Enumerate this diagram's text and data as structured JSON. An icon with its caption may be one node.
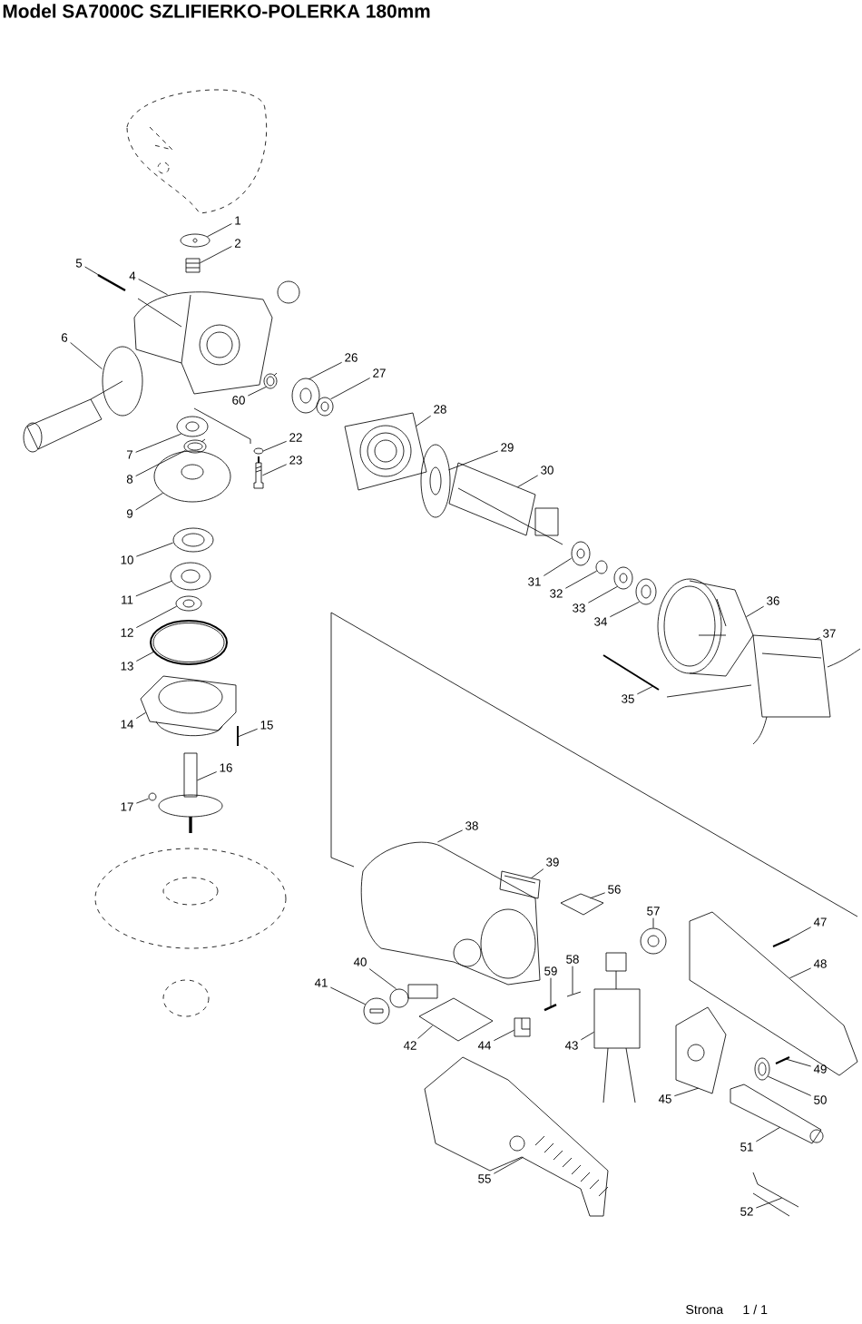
{
  "diagram": {
    "title": "Model SA7000C  SZLIFIERKO-POLERKA 180mm",
    "nodes": [
      {
        "text": [
          "1"
        ]
      },
      {
        "text": [
          "2"
        ]
      },
      {
        "text": [
          "5"
        ]
      },
      {
        "text": [
          "4"
        ]
      },
      {
        "text": [
          "6"
        ]
      },
      {
        "text": [
          "26"
        ]
      },
      {
        "text": [
          "27"
        ]
      },
      {
        "text": [
          "60"
        ]
      },
      {
        "text": [
          "28"
        ]
      },
      {
        "text": [
          "22"
        ]
      },
      {
        "text": [
          "7"
        ]
      },
      {
        "text": [
          "23"
        ]
      },
      {
        "text": [
          "29"
        ]
      },
      {
        "text": [
          "30"
        ]
      },
      {
        "text": [
          "8"
        ]
      },
      {
        "text": [
          "9"
        ]
      },
      {
        "text": [
          "10"
        ]
      },
      {
        "text": [
          "31"
        ]
      },
      {
        "text": [
          "32"
        ]
      },
      {
        "text": [
          "11"
        ]
      },
      {
        "text": [
          "33"
        ]
      },
      {
        "text": [
          "34"
        ]
      },
      {
        "text": [
          "36"
        ]
      },
      {
        "text": [
          "12"
        ]
      },
      {
        "text": [
          "37"
        ]
      },
      {
        "text": [
          "13"
        ]
      },
      {
        "text": [
          "35"
        ]
      },
      {
        "text": [
          "14"
        ]
      },
      {
        "text": [
          "15"
        ]
      },
      {
        "text": [
          "16"
        ]
      },
      {
        "text": [
          "17"
        ]
      },
      {
        "text": [
          "38"
        ]
      },
      {
        "text": [
          "39"
        ]
      },
      {
        "text": [
          "56"
        ]
      },
      {
        "text": [
          "57"
        ]
      },
      {
        "text": [
          "47"
        ]
      },
      {
        "text": [
          "40"
        ]
      },
      {
        "text": [
          "58"
        ]
      },
      {
        "text": [
          "48"
        ]
      },
      {
        "text": [
          "59"
        ]
      },
      {
        "text": [
          "41"
        ]
      },
      {
        "text": [
          "42"
        ]
      },
      {
        "text": [
          "44"
        ]
      },
      {
        "text": [
          "43"
        ]
      },
      {
        "text": [
          "49"
        ]
      },
      {
        "text": [
          "45"
        ]
      },
      {
        "text": [
          "50"
        ]
      },
      {
        "text": [
          "51"
        ]
      },
      {
        "text": [
          "55"
        ]
      },
      {
        "text": [
          "52"
        ]
      },
      {
        "text": [],
        "shape": "picture"
      },
      {
        "text": [],
        "shape": "picture"
      },
      {
        "text": [],
        "shape": "picture"
      },
      {
        "text": [],
        "shape": "picture"
      },
      {
        "text": [],
        "shape": "picture"
      },
      {
        "text": [],
        "shape": "picture"
      },
      {
        "text": [],
        "shape": "picture"
      },
      {
        "text": [],
        "shape": "picture"
      },
      {
        "text": [],
        "shape": "picture"
      },
      {
        "text": [],
        "shape": "picture"
      },
      {
        "text": [],
        "shape": "picture"
      },
      {
        "text": [],
        "shape": "picture"
      },
      {
        "text": [],
        "shape": "picture"
      },
      {
        "text": [],
        "shape": "picture"
      },
      {
        "text": [],
        "shape": "picture"
      },
      {
        "text": [],
        "shape": "picture"
      },
      {
        "text": [],
        "shape": "picture"
      },
      {
        "text": [],
        "shape": "picture"
      },
      {
        "text": [],
        "shape": "picture"
      },
      {
        "text": [],
        "shape": "picture"
      },
      {
        "text": [],
        "shape": "picture"
      },
      {
        "text": [],
        "shape": "picture"
      },
      {
        "text": [],
        "shape": "picture"
      },
      {
        "text": [],
        "shape": "picture"
      },
      {
        "text": [],
        "shape": "picture"
      },
      {
        "text": [],
        "shape": "picture"
      },
      {
        "text": [],
        "shape": "picture"
      },
      {
        "text": [],
        "shape": "picture"
      },
      {
        "text": [],
        "shape": "picture"
      },
      {
        "text": [],
        "shape": "picture"
      },
      {
        "text": [],
        "shape": "picture"
      },
      {
        "text": [],
        "shape": "picture"
      },
      {
        "text": [],
        "shape": "picture"
      },
      {
        "text": [],
        "shape": "picture"
      },
      {
        "text": [],
        "shape": "picture"
      },
      {
        "text": [],
        "shape": "picture"
      },
      {
        "text": [],
        "shape": "picture"
      },
      {
        "text": [],
        "shape": "picture"
      },
      {
        "text": [],
        "shape": "picture"
      },
      {
        "text": [],
        "shape": "picture"
      },
      {
        "text": [],
        "shape": "picture"
      },
      {
        "text": [],
        "shape": "picture"
      },
      {
        "text": [],
        "shape": "picture"
      },
      {
        "text": [],
        "shape": "picture"
      },
      {
        "text": [],
        "shape": "picture"
      },
      {
        "text": [],
        "shape": "picture"
      },
      {
        "text": [],
        "shape": "picture"
      },
      {
        "text": [],
        "shape": "picture"
      },
      {
        "text": [],
        "shape": "picture"
      },
      {
        "text": [],
        "shape": "picture"
      }
    ],
    "edges": [
      {
        "from": 0,
        "to": 50,
        "arrow": "none"
      },
      {
        "from": 1,
        "to": 51,
        "arrow": "none"
      },
      {
        "from": 2,
        "to": 52,
        "arrow": "none"
      },
      {
        "from": 3,
        "to": 53,
        "arrow": "none"
      },
      {
        "from": 4,
        "to": 54,
        "arrow": "none"
      },
      {
        "from": 5,
        "to": 55,
        "arrow": "none"
      },
      {
        "from": 6,
        "to": 56,
        "arrow": "none"
      },
      {
        "from": 7,
        "to": 57,
        "arrow": "none"
      },
      {
        "from": 8,
        "to": 58,
        "arrow": "none"
      },
      {
        "from": 9,
        "to": 59,
        "arrow": "none"
      },
      {
        "from": 10,
        "to": 60,
        "arrow": "none"
      },
      {
        "from": 11,
        "to": 61,
        "arrow": "none"
      },
      {
        "from": 12,
        "to": 62,
        "arrow": "none"
      },
      {
        "from": 13,
        "to": 63,
        "arrow": "none"
      },
      {
        "from": 14,
        "to": 64,
        "arrow": "none"
      },
      {
        "from": 15,
        "to": 65,
        "arrow": "none"
      },
      {
        "from": 16,
        "to": 66,
        "arrow": "none"
      },
      {
        "from": 17,
        "to": 67,
        "arrow": "none"
      },
      {
        "from": 18,
        "to": 68,
        "arrow": "none"
      },
      {
        "from": 19,
        "to": 69,
        "arrow": "none"
      },
      {
        "from": 20,
        "to": 70,
        "arrow": "none"
      },
      {
        "from": 21,
        "to": 71,
        "arrow": "none"
      },
      {
        "from": 22,
        "to": 72,
        "arrow": "none"
      },
      {
        "from": 23,
        "to": 73,
        "arrow": "none"
      },
      {
        "from": 24,
        "to": 74,
        "arrow": "none"
      },
      {
        "from": 25,
        "to": 75,
        "arrow": "none"
      },
      {
        "from": 26,
        "to": 76,
        "arrow": "none"
      },
      {
        "from": 27,
        "to": 77,
        "arrow": "none"
      },
      {
        "from": 28,
        "to": 78,
        "arrow": "none"
      },
      {
        "from": 29,
        "to": 79,
        "arrow": "none"
      },
      {
        "from": 30,
        "to": 80,
        "arrow": "none"
      },
      {
        "from": 31,
        "to": 81,
        "arrow": "none"
      },
      {
        "from": 32,
        "to": 82,
        "arrow": "none"
      },
      {
        "from": 33,
        "to": 83,
        "arrow": "none"
      },
      {
        "from": 34,
        "to": 84,
        "arrow": "none"
      },
      {
        "from": 35,
        "to": 85,
        "arrow": "none"
      },
      {
        "from": 36,
        "to": 86,
        "arrow": "none"
      },
      {
        "from": 37,
        "to": 87,
        "arrow": "none"
      },
      {
        "from": 38,
        "to": 88,
        "arrow": "none"
      },
      {
        "from": 39,
        "to": 89,
        "arrow": "none"
      },
      {
        "from": 40,
        "to": 90,
        "arrow": "none"
      },
      {
        "from": 41,
        "to": 91,
        "arrow": "none"
      },
      {
        "from": 42,
        "to": 92,
        "arrow": "none"
      },
      {
        "from": 43,
        "to": 93,
        "arrow": "none"
      },
      {
        "from": 44,
        "to": 94,
        "arrow": "none"
      },
      {
        "from": 45,
        "to": 95,
        "arrow": "none"
      },
      {
        "from": 46,
        "to": 96,
        "arrow": "none"
      },
      {
        "from": 47,
        "to": 97,
        "arrow": "none"
      },
      {
        "from": 48,
        "to": 98,
        "arrow": "none"
      },
      {
        "from": 49,
        "to": 99,
        "arrow": "none"
      }
    ],
    "labels": [
      "Strona",
      "1 / 1"
    ]
  }
}
